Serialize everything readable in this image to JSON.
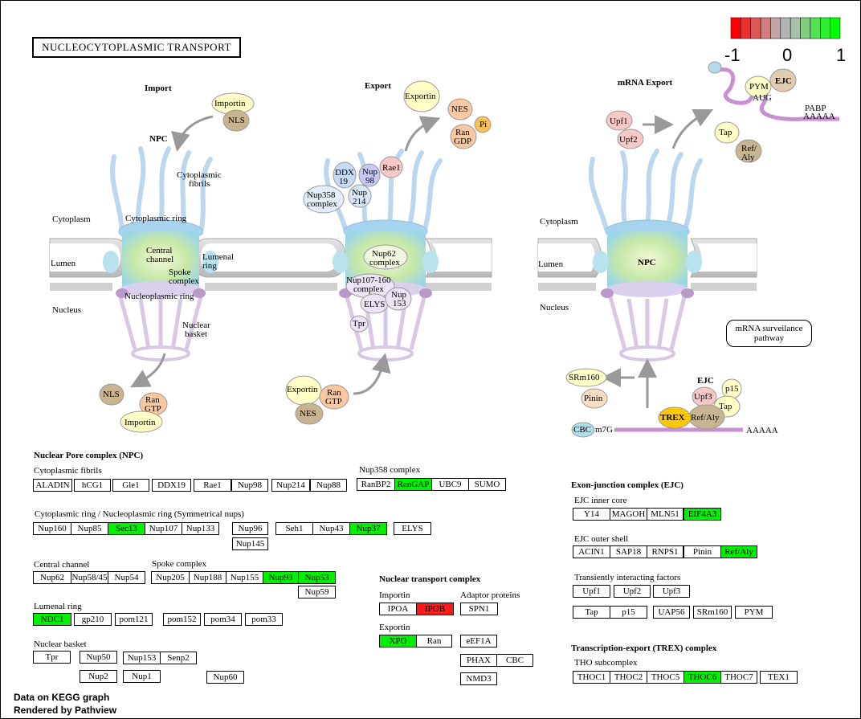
{
  "title": "NUCLEOCYTOPLASMIC  TRANSPORT",
  "footer": {
    "line1": "Data on KEGG graph",
    "line2": "Rendered by Pathview"
  },
  "legend": {
    "labels": [
      "-1",
      "0",
      "1"
    ],
    "colors": [
      "#ff0000",
      "#ef2e2e",
      "#e05555",
      "#d07e7e",
      "#c1a6a6",
      "#b3b3b3",
      "#a6c1a6",
      "#7ed07e",
      "#55e055",
      "#2eef2e",
      "#00ff00"
    ]
  },
  "diagram": {
    "import": {
      "heading": "Import",
      "npc": "NPC",
      "cyto_fibrils": [
        "Cytoplasmic",
        "fibrils"
      ],
      "cytoplasm": "Cytoplasm",
      "cyto_ring": "Cytoplasmic ring",
      "lumen": "Lumen",
      "central_channel": [
        "Central",
        "channel"
      ],
      "lumenal_ring": [
        "Lumenal",
        "ring"
      ],
      "spoke_complex": [
        "Spoke",
        "complex"
      ],
      "nucleus": "Nucleus",
      "nucleoplasmic_ring": "Nucleoplasmic ring",
      "nuclear_basket": [
        "Nuclear",
        "basket"
      ],
      "importin": "Importin",
      "nls": "NLS",
      "ran_gtp": [
        "Ran",
        "GTP"
      ]
    },
    "export": {
      "heading": "Export",
      "exportin": "Exportin",
      "nes": "NES",
      "ran_gdp": [
        "Ran",
        "GDP"
      ],
      "pi": "Pi",
      "ddx19": [
        "DDX",
        "19"
      ],
      "nup98": [
        "Nup",
        "98"
      ],
      "rae1": "Rae1",
      "nup214": [
        "Nup",
        "214"
      ],
      "nup358": [
        "Nup358",
        "complex"
      ],
      "nup62": [
        "Nup62",
        "complex"
      ],
      "nup107": [
        "Nup107-160",
        "complex"
      ],
      "elys": "ELYS",
      "nup153": [
        "Nup",
        "153"
      ],
      "tpr": "Tpr",
      "ran_gtp": [
        "Ran",
        "GTP"
      ]
    },
    "mrna": {
      "heading": "mRNA Export",
      "upf1": "Upf1",
      "upf2": "Upf2",
      "pym": "PYM",
      "ejc": "EJC",
      "aug": "AUG",
      "pabp": "PABP",
      "aaaa": "AAAAA",
      "tap": "Tap",
      "ref_aly": [
        "Ref/",
        "Aly"
      ],
      "cytoplasm": "Cytoplasm",
      "lumen": "Lumen",
      "npc": "NPC",
      "nucleus": "Nucleus",
      "surveillance": [
        "mRNA surveilance",
        "pathway"
      ],
      "srm160": "SRm160",
      "pinin": "Pinin",
      "ejc2": "EJC",
      "upf3": "Upf3",
      "p15": "p15",
      "tap2": "Tap",
      "trex": "TREX",
      "ref_aly2": "Ref/Aly",
      "cbc": "CBC",
      "m7g": "m7G",
      "aaaa2": "AAAAA"
    }
  },
  "sections": {
    "npc": "Nuclear Pore complex (NPC)",
    "cyto_fibrils": "Cytoplasmic fibrils",
    "nup358_complex": "Nup358 complex",
    "cyto_ring": "Cytoplasmic ring / Nucleoplasmic ring (Symmetrical nups)",
    "central_channel": "Central channel",
    "spoke_complex": "Spoke complex",
    "lumenal_ring": "Lumenal ring",
    "nuclear_basket": "Nuclear basket",
    "ntc": "Nuclear transport complex",
    "importin": "Importin",
    "adaptor": "Adaptor proteins",
    "exportin": "Exportin",
    "ejc": "Exon-junction complex (EJC)",
    "ejc_inner": "EJC inner core",
    "ejc_outer": "EJC outer shell",
    "transient": "Transiently interacting factors",
    "trex": "Transcription-export (TREX) complex",
    "tho": "THO subcomplex"
  },
  "genes": {
    "aladin": "ALADIN",
    "hcg1": "hCG1",
    "gle1": "Gle1",
    "ddx19": "DDX19",
    "rae1": "Rae1",
    "nup98": "Nup98",
    "nup214": "Nup214",
    "nup88": "Nup88",
    "ranbp2": "RanBP2",
    "rangap": "RanGAP",
    "ubc9": "UBC9",
    "sumo": "SUMO",
    "nup160": "Nup160",
    "nup85": "Nup85",
    "sec13": "Sec13",
    "nup107": "Nup107",
    "nup133": "Nup133",
    "nup96": "Nup96",
    "nup145": "Nup145",
    "seh1": "Seh1",
    "nup43": "Nup43",
    "nup37": "Nup37",
    "elys": "ELYS",
    "nup62": "Nup62",
    "nup5845": "Nup58/45",
    "nup54": "Nup54",
    "nup205": "Nup205",
    "nup188": "Nup188",
    "nup155": "Nup155",
    "nup93": "Nup93",
    "nup53": "Nup53",
    "nup59": "Nup59",
    "ndc1": "NDC1",
    "gp210": "gp210",
    "pom121": "pom121",
    "pom152": "pom152",
    "pom34": "pom34",
    "pom33": "pom33",
    "tpr": "Tpr",
    "nup50": "Nup50",
    "nup153": "Nup153",
    "senp2": "Senp2",
    "nup2": "Nup2",
    "nup1": "Nup1",
    "nup60": "Nup60",
    "ipoa": "IPOA",
    "ipob": "IPOB",
    "spn1": "SPN1",
    "xpo": "XPO",
    "ran": "Ran",
    "eef1a": "eEF1A",
    "phax": "PHAX",
    "cbc": "CBC",
    "nmd3": "NMD3",
    "y14": "Y14",
    "magoh": "MAGOH",
    "mln51": "MLN51",
    "eif4a3": "EIF4A3",
    "acin1": "ACIN1",
    "sap18": "SAP18",
    "rnps1": "RNPS1",
    "pinin": "Pinin",
    "refaly": "Ref/Aly",
    "upf1": "Upf1",
    "upf2": "Upf2",
    "upf3": "Upf3",
    "tap": "Tap",
    "p15": "p15",
    "uap56": "UAP56",
    "srm160": "SRm160",
    "pym": "PYM",
    "thoc1": "THOC1",
    "thoc2": "THOC2",
    "thoc5": "THOC5",
    "thoc6": "THOC6",
    "thoc7": "THOC7",
    "tex1": "TEX1"
  }
}
